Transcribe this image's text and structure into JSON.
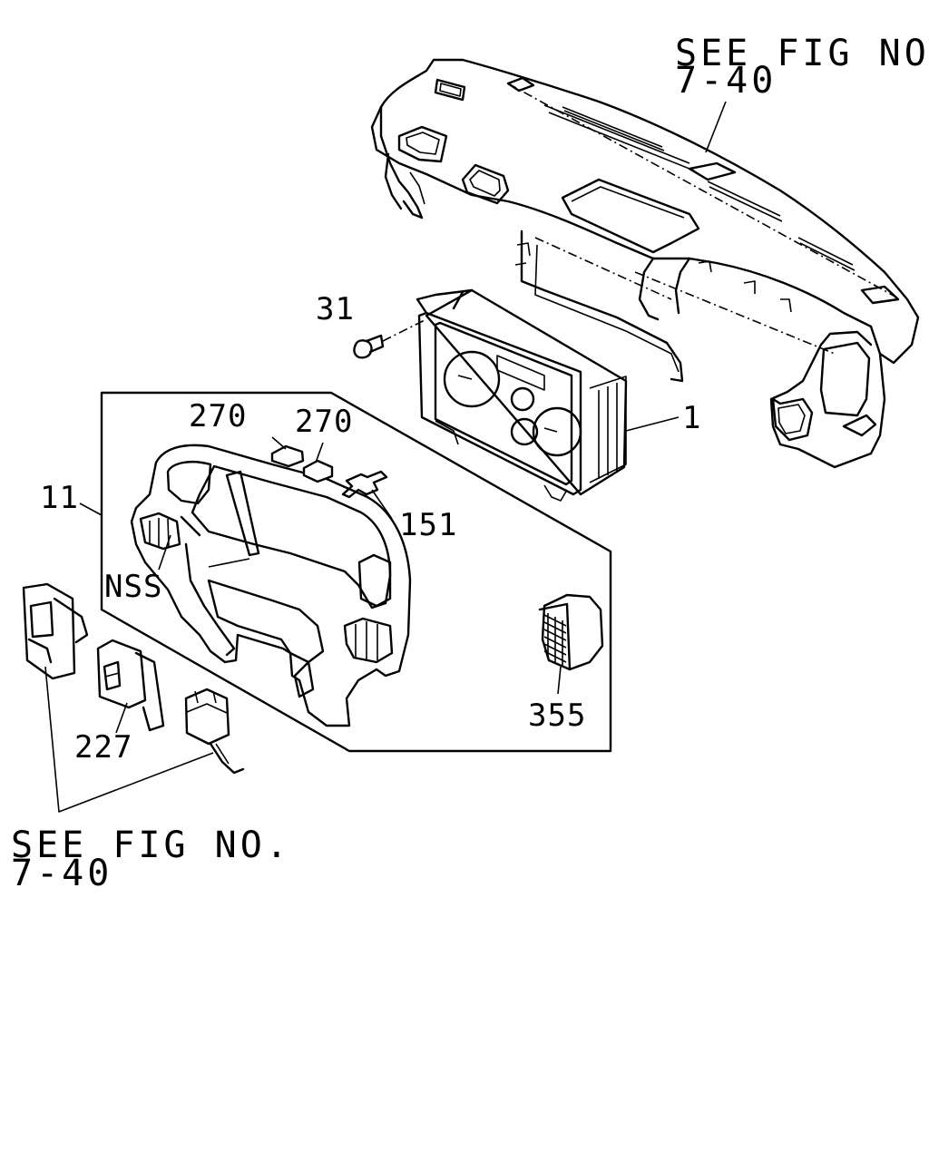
{
  "references": {
    "top": {
      "line1": "SEE FIG NO.",
      "line2": "7-40"
    },
    "bottom": {
      "line1": "SEE FIG NO.",
      "line2": "7-40"
    }
  },
  "callouts": {
    "c31": "31",
    "c270a": "270",
    "c270b": "270",
    "c1": "1",
    "c11": "11",
    "c151": "151",
    "cNSS": "NSS",
    "c355": "355",
    "c227": "227"
  }
}
